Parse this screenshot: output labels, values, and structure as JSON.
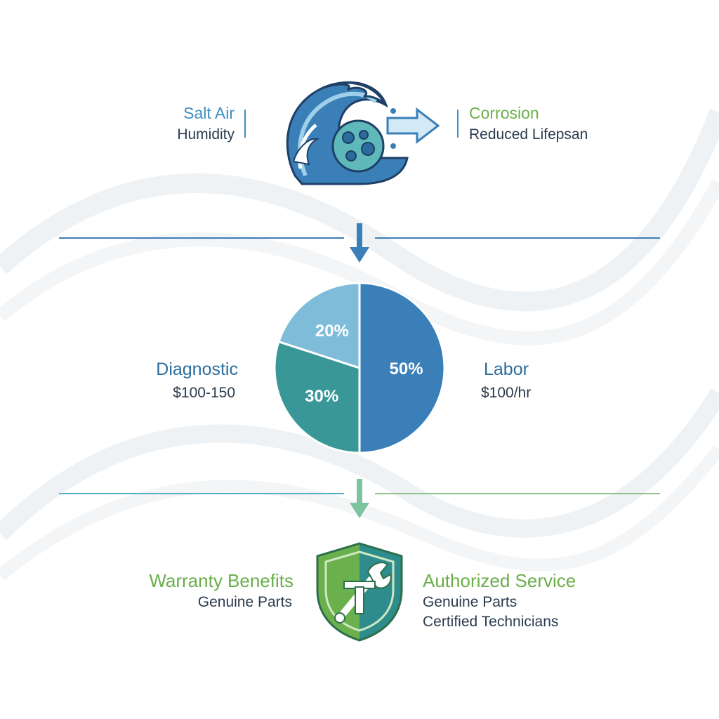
{
  "section1": {
    "left": {
      "title": "Salt Air",
      "subtitle": "Humidity"
    },
    "right": {
      "title": "Corrosion",
      "subtitle": "Reduced Lifepsan"
    },
    "icon": "wave-corrosion-icon"
  },
  "section2": {
    "left": {
      "title": "Diagnostic",
      "subtitle": "$100-150"
    },
    "right": {
      "title": "Labor",
      "subtitle": "$100/hr"
    }
  },
  "chart_data": {
    "type": "pie",
    "slices": [
      {
        "label": "50%",
        "value": 50,
        "color": "#3a7fb8"
      },
      {
        "label": "30%",
        "value": 30,
        "color": "#3a9797"
      },
      {
        "label": "20%",
        "value": 20,
        "color": "#7fbcd9"
      }
    ]
  },
  "section3": {
    "left": {
      "title": "Warranty Benefits",
      "subtitle": "Genuine Parts"
    },
    "right": {
      "title": "Authorized Service",
      "lines": [
        "Genuine Parts",
        "Certified Technicians"
      ]
    },
    "icon": "shield-wrench-icon"
  },
  "colors": {
    "blue": "#3a7fb8",
    "light_blue": "#7fbcd9",
    "teal": "#3a9797",
    "green": "#6ab04c",
    "divider_blue": "#3a7fb8",
    "divider_teal": "#5bb0c9"
  }
}
